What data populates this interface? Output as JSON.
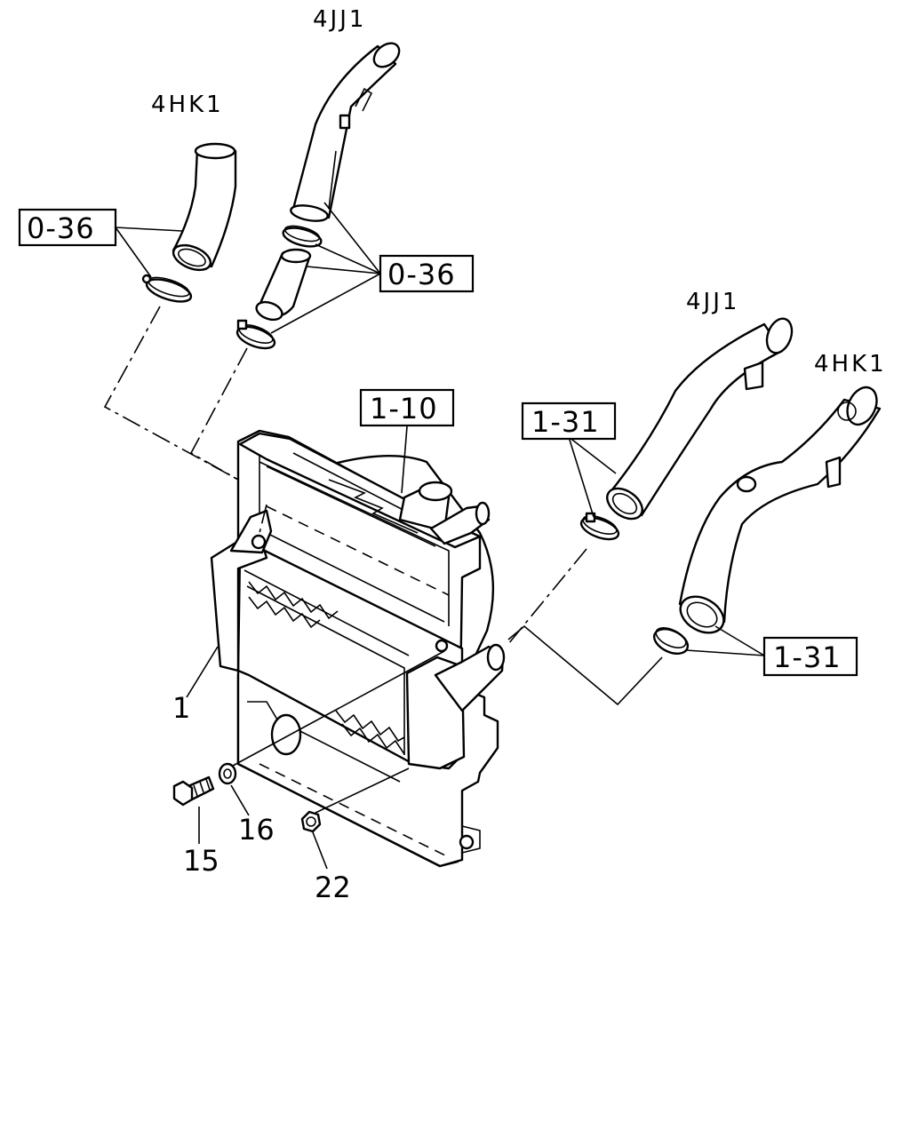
{
  "variants": {
    "hose_upper_left": "4HK1",
    "hose_top_center": "4JJ1",
    "pipe_right_upper": "4JJ1",
    "pipe_right_lower": "4HK1"
  },
  "reference_boxes": {
    "clamp_ref_left": "0-36",
    "clamp_ref_center": "0-36",
    "radiator_ref": "1-10",
    "clamp_ref_right_upper": "1-31",
    "clamp_ref_right_lower": "1-31"
  },
  "part_numbers": {
    "intercooler": "1",
    "bolt": "15",
    "washer": "16",
    "nut": "22"
  }
}
